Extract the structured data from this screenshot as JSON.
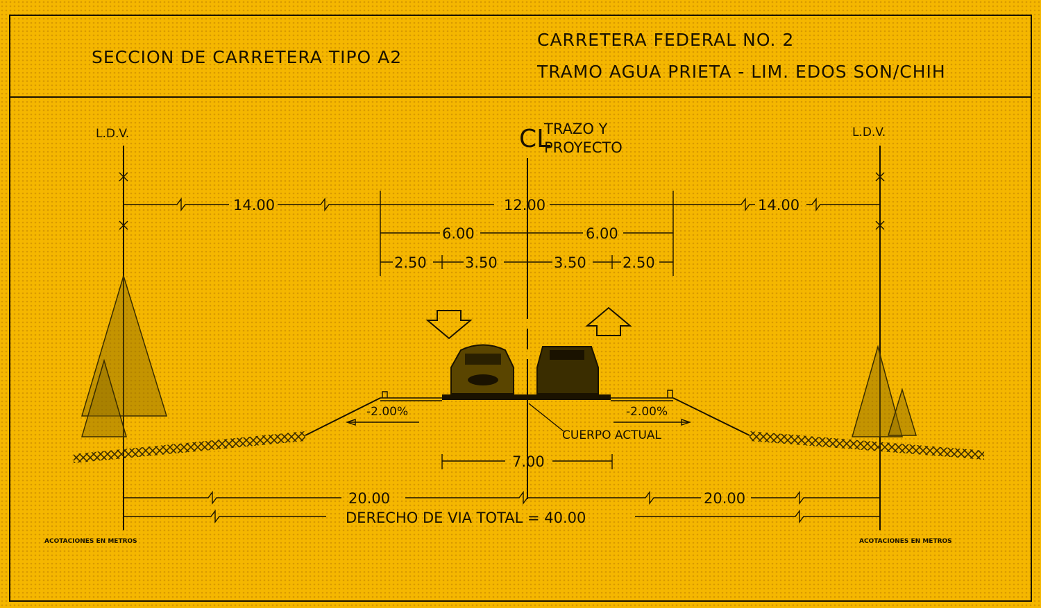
{
  "header": {
    "section_title": "SECCION DE CARRETERA TIPO A2",
    "road_name": "CARRETERA FEDERAL NO. 2",
    "stretch": "TRAMO AGUA PRIETA - LIM. EDOS SON/CHIH"
  },
  "labels": {
    "ldv_left": "L.D.V.",
    "ldv_right": "L.D.V.",
    "centerline_symbol": "CL",
    "centerline_line1": "TRAZO Y",
    "centerline_line2": "PROYECTO",
    "existing_body": "CUERPO ACTUAL",
    "units_left": "ACOTACIONES EN METROS",
    "units_right": "ACOTACIONES EN METROS"
  },
  "dimensions": {
    "left_zone": "14.00",
    "center_zone": "12.00",
    "right_zone": "14.00",
    "half_left": "6.00",
    "half_right": "6.00",
    "shoulder_left": "2.50",
    "lane_left": "3.50",
    "lane_right": "3.50",
    "shoulder_right": "2.50",
    "existing_width": "7.00",
    "row_left": "20.00",
    "row_right": "20.00",
    "row_total": "DERECHO DE VIA TOTAL = 40.00",
    "slope_left": "-2.00%",
    "slope_right": "-2.00%"
  },
  "colors": {
    "background": "#f5b700",
    "ink": "#1a1200"
  }
}
